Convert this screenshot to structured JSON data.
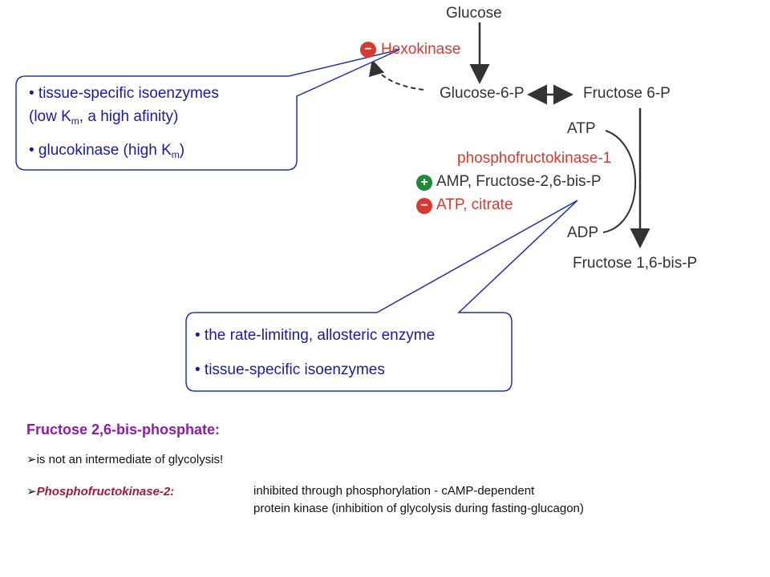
{
  "pathway": {
    "glucose": "Glucose",
    "hexokinase": "Hexokinase",
    "glucose_6p": "Glucose-6-P",
    "fructose_6p": "Fructose 6-P",
    "atp": "ATP",
    "pfk1": "phosphofructokinase-1",
    "activators": "AMP, Fructose-2,6-bis-P",
    "inhibitors": "ATP, citrate",
    "adp": "ADP",
    "fructose_16bp": "Fructose 1,6-bis-P",
    "minus_symbol": "−",
    "plus_symbol": "+"
  },
  "callout_hexokinase": {
    "line1": "• tissue-specific isoenzymes",
    "line2_pre": "(low K",
    "line2_sub": "m",
    "line2_post": ", a high afinity)",
    "line3_pre": "• glucokinase (high K",
    "line3_sub": "m",
    "line3_post": ")"
  },
  "callout_pfk": {
    "line1": "• the rate-limiting, allosteric enzyme",
    "line2": "• tissue-specific isoenzymes"
  },
  "notes": {
    "title": "Fructose 2,6-bis-phosphate:",
    "bullet_symbol": "➢",
    "item1": "is not an intermediate of glycolysis!",
    "item2_label": "Phosphofructokinase-2:",
    "item2_text_line1": "inhibited through phosphorylation - cAMP-dependent",
    "item2_text_line2": "protein kinase (inhibition of glycolysis during fasting-glucagon)"
  },
  "colors": {
    "callout_border": "#2233aa",
    "callout_text": "#1a1aa6",
    "inhibit_badge": "#d93a2f",
    "activate_badge": "#1f8a3a",
    "title": "#8a1fa6",
    "pfk2_label": "#a01a3c"
  }
}
